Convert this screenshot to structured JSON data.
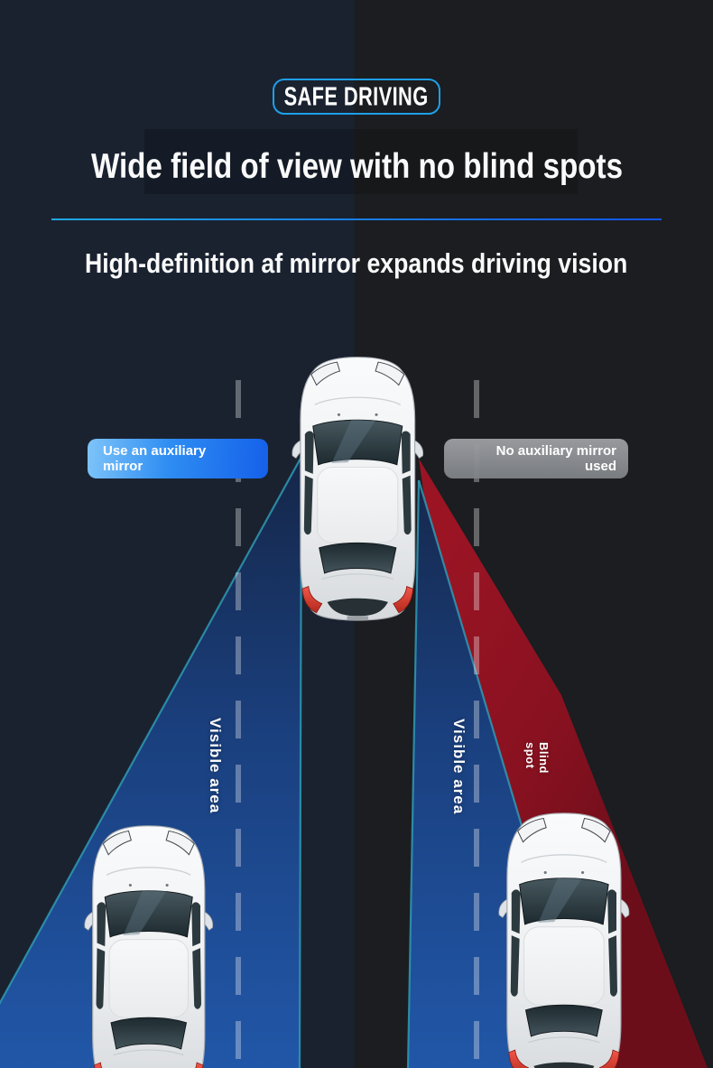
{
  "badge": {
    "text": "SAFE DRIVING"
  },
  "headings": {
    "main": "Wide field of view with no blind spots",
    "sub": "High-definition af mirror expands driving vision"
  },
  "callouts": {
    "with_mirror": "Use an auxiliary\nmirror",
    "without_mirror": "No auxiliary mirror\nused"
  },
  "zone_labels": {
    "visible_left": "Visible area",
    "visible_right": "Visible area",
    "blind": "Blind\nspot"
  },
  "graphics": {
    "cars": [
      "car-top-view-main",
      "car-top-view-bottom-left",
      "car-top-view-bottom-right"
    ],
    "cones": [
      "visible-cone-left",
      "visible-cone-right",
      "blind-spot-cone"
    ],
    "lane_lines": [
      "lane-line-left",
      "lane-line-right"
    ]
  },
  "colors": {
    "bg_left": "#1a2230",
    "bg_right": "#1b1d20",
    "headline_text": "#fafafa",
    "badge_border": "#1e9fe8",
    "divider_start": "#1fa8e0",
    "divider_end": "#1353e8",
    "callout_blue_start": "#7ec4f9",
    "callout_blue_end": "#1560ea",
    "callout_gray": "#8f9194",
    "visible_cone_blue": "#1e4d99",
    "blind_cone_red": "#951523",
    "cone_edge_cyan": "#2f9ab4",
    "lane_dash": "rgba(255,255,255,0.32)",
    "car_body": "#eef0f2",
    "car_glass": "#2e3d43",
    "taillight_red": "#e0463a"
  }
}
